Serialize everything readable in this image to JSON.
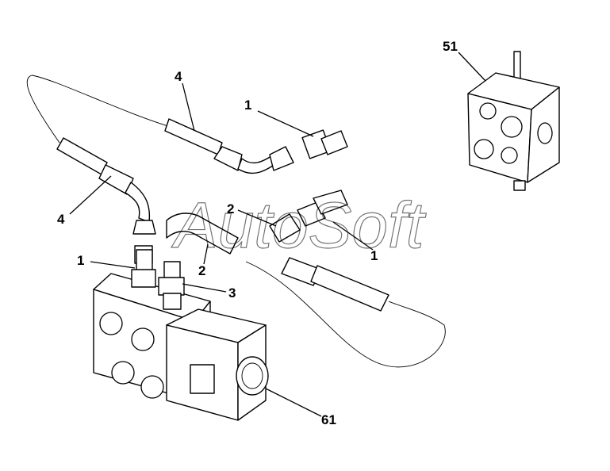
{
  "watermark": "AutoSoft",
  "callouts": [
    {
      "id": "c-51",
      "label": "51"
    },
    {
      "id": "c-4a",
      "label": "4"
    },
    {
      "id": "c-1a",
      "label": "1"
    },
    {
      "id": "c-4b",
      "label": "4"
    },
    {
      "id": "c-2a",
      "label": "2"
    },
    {
      "id": "c-1b",
      "label": "1"
    },
    {
      "id": "c-1c",
      "label": "1"
    },
    {
      "id": "c-2b",
      "label": "2"
    },
    {
      "id": "c-3",
      "label": "3"
    },
    {
      "id": "c-61",
      "label": "61"
    }
  ]
}
